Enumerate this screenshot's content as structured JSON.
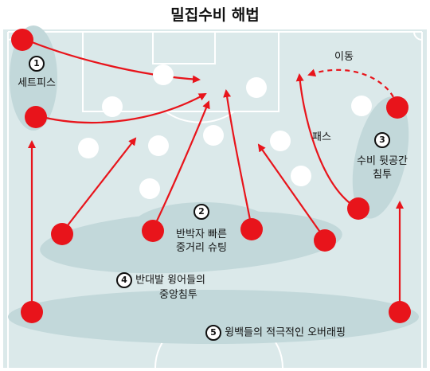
{
  "title": "밀집수비 해법",
  "colors": {
    "pitch": "#dbe9ea",
    "lane": "#c2d8da",
    "lines": "#ffffff",
    "attacker": "#e8141b",
    "defender": "#ffffff",
    "arrow": "#e8141b"
  },
  "tactics": [
    {
      "number": "1",
      "label": "세트피스"
    },
    {
      "number": "2",
      "label_line1": "반박자 빠른",
      "label_line2": "중거리 슈팅"
    },
    {
      "number": "3",
      "label_line1": "수비 뒷공간",
      "label_line2": "침투"
    },
    {
      "number": "4",
      "label_line1": "반대발 윙어들의",
      "label_line2": "중앙침투"
    },
    {
      "number": "5",
      "label": "윙백들의 적극적인 오버래핑"
    }
  ],
  "annotations": {
    "pass": "패스",
    "move": "이동"
  }
}
